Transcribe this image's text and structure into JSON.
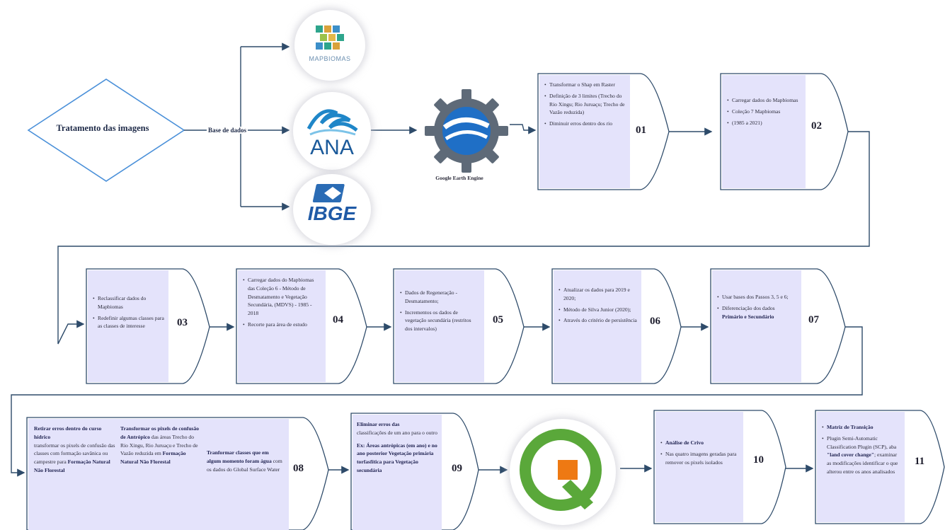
{
  "start": {
    "label": "Tratamento das imagens"
  },
  "base_label": "Base de dados",
  "logos": {
    "mapbiomas": "MAPBIOMAS",
    "ana": "ANA",
    "ibge": "IBGE",
    "gee_caption": "Google Earth Engine"
  },
  "steps": [
    {
      "num": "01",
      "items": [
        "Transformar o Shap em Raster",
        "Definição de 3 limites (Trecho do Rio Xingu; Rio Juruaçu; Trecho de Vazão reduzida)",
        "Diminuir erros dentro dos rio"
      ]
    },
    {
      "num": "02",
      "items": [
        "Carregar dados do Mapbiomas",
        "Coleção 7 Mapbiomas",
        "(1985 a 2021)"
      ]
    },
    {
      "num": "03",
      "items": [
        "Reclassificar dados do Mapbiomas",
        "Redefinir algumas classes para as classes de interesse"
      ]
    },
    {
      "num": "04",
      "items": [
        "Carregar dados do Mapbiomas das Coleção 6 - Método de Desmatamento e Vegetação Secundária, (MDVS) - 1985 - 2018",
        "Recorte para área de estudo"
      ]
    },
    {
      "num": "05",
      "items": [
        "Dados de Regeneração - Desmatamento;",
        "Incrementos os dados de vegetação secundária (restritos dos intervalos)"
      ]
    },
    {
      "num": "06",
      "items": [
        "Atualizar os dados para 2019 e 2020;",
        "Método de Silva Junior (2020);",
        "Através do critério de persistência"
      ]
    },
    {
      "num": "07",
      "items": [
        "Usar bases dos Passos 3, 5 e 6;",
        "Diferenciação dos dados"
      ],
      "bold_tail": "Primário e Secundário"
    },
    {
      "num": "08",
      "col1": {
        "bold": "Retirar erros dentro do curso hídrico",
        "text": "transformar os pixels de confusão das classes com formação savânica ou campestre para",
        "bold_tail": "Formação Natural Não Florestal"
      },
      "col2": {
        "bold": "Transformar os pixels de confusão de Antrópico",
        "text": "das áreas Trecho do Rio Xingu, Rio Juruaçu e Trecho de Vazão reduzida em",
        "bold_tail": "Formação Natural Não Florestal"
      },
      "col3": {
        "bold": "Tranformar classes que em algum momento foram água",
        "text": "com os dados do Global Surface Water"
      }
    },
    {
      "num": "09",
      "items_bold": [
        "Eliminar erros das"
      ],
      "items": [
        "classificações de um ano para o outro"
      ],
      "example": "Ex: Áreas antrópicas (em ano) e no ano posterior Vegetação primária torfasfítica para Vegetação secundária"
    },
    {
      "num": "10",
      "bold": "Análise de Crivo",
      "items": [
        "Nas quatro imagens geradas para remover os pixels isolados"
      ]
    },
    {
      "num": "11",
      "bold": "Matriz de Transição",
      "items": [
        "Plugin Semi-Automatic Classification Plugin (SCP), aba"
      ],
      "quote": "\"land cover change\"",
      "tail": "; examinar as modificações identificar o que alterou entre os anos analisados"
    }
  ]
}
